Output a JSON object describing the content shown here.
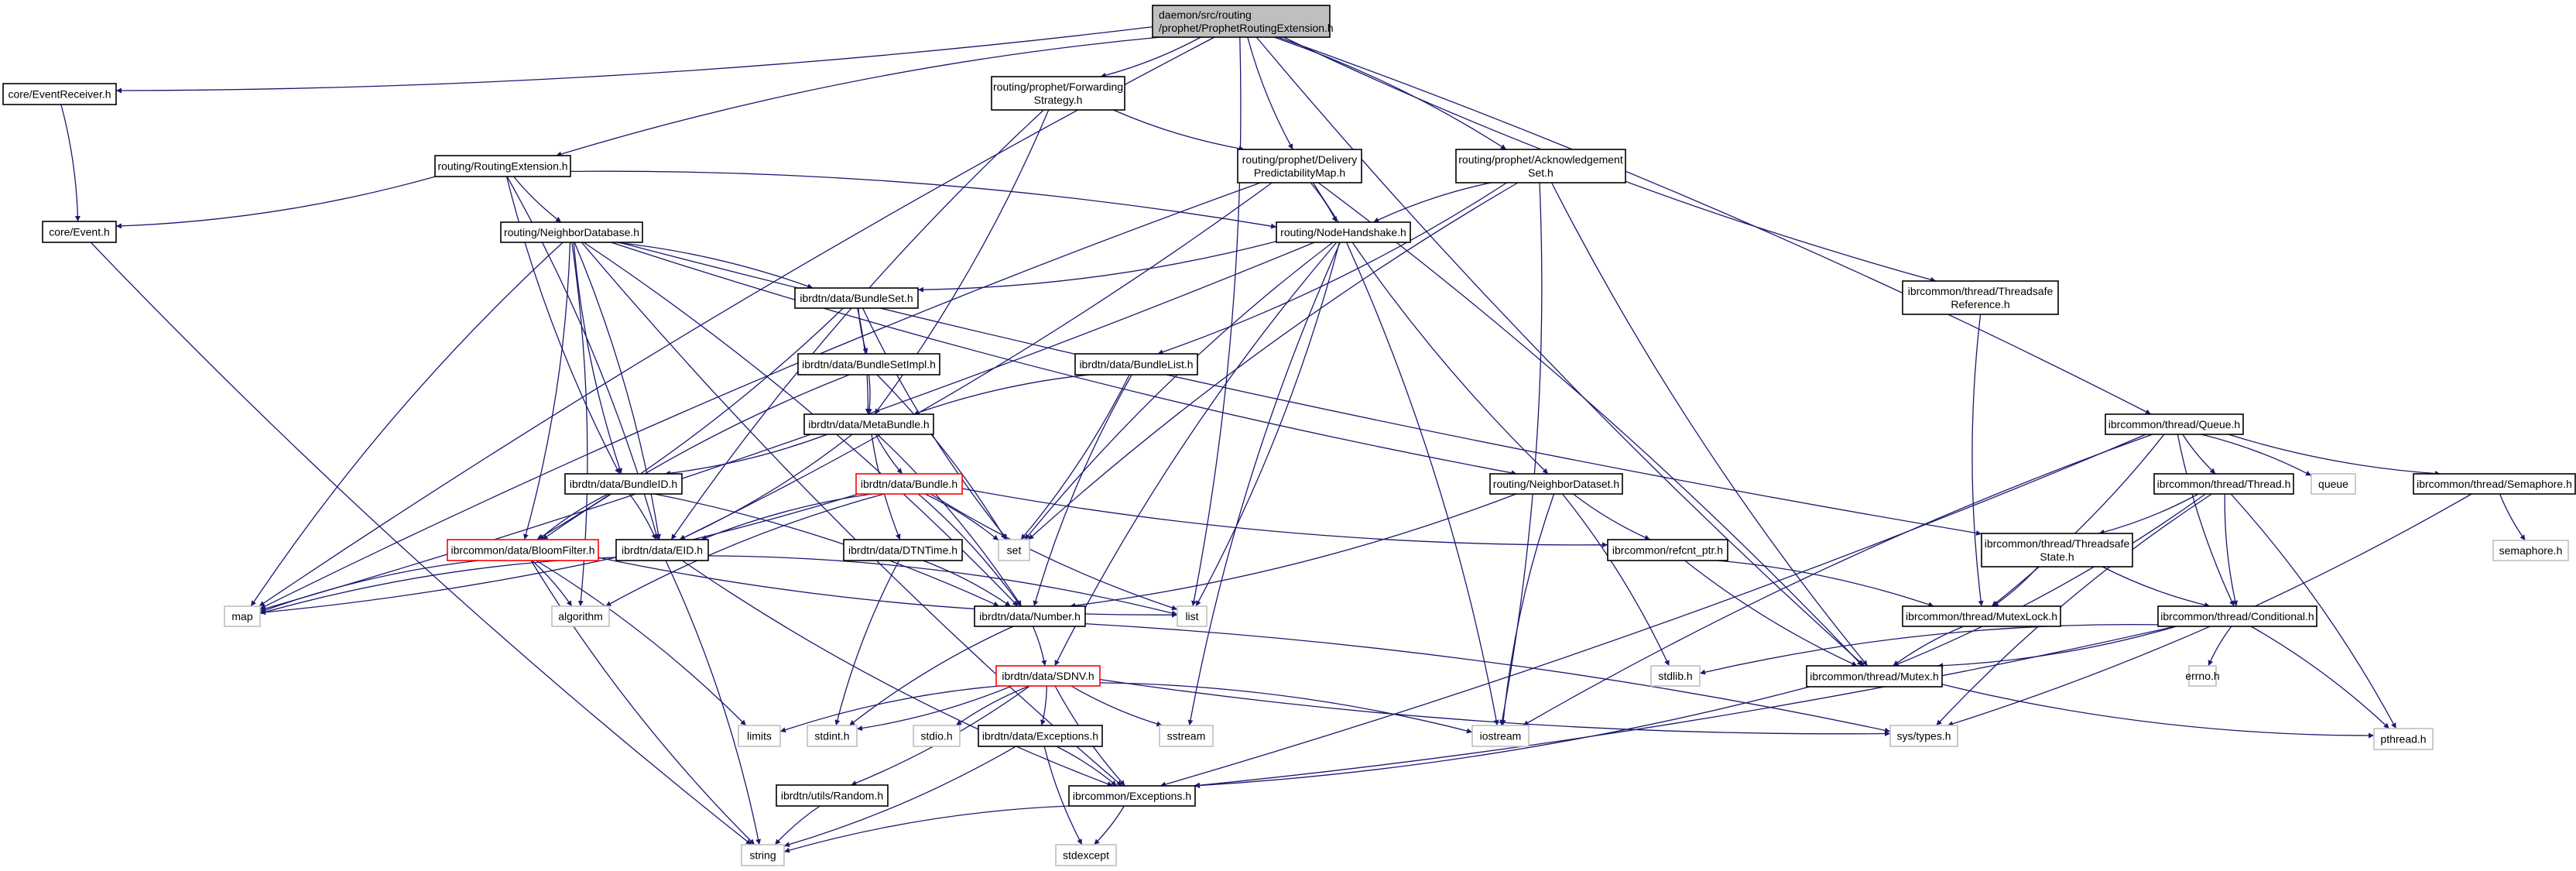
{
  "diagram": {
    "title": "Include dependency graph for ProphetRoutingExtension.h",
    "colors": {
      "edge": "#191970",
      "root_fill": "#bfbfbf",
      "node_border": "#000000",
      "system_border": "#bfbfbf",
      "error_border": "#ff0000"
    },
    "nodes": [
      {
        "id": "root",
        "lines": [
          "daemon/src/routing",
          "/prophet/ProphetRoutingExtension.h"
        ],
        "kind": "root"
      },
      {
        "id": "eventreceiver",
        "lines": [
          "core/EventReceiver.h"
        ],
        "kind": "normal"
      },
      {
        "id": "event",
        "lines": [
          "core/Event.h"
        ],
        "kind": "normal"
      },
      {
        "id": "routingext",
        "lines": [
          "routing/RoutingExtension.h"
        ],
        "kind": "normal"
      },
      {
        "id": "fwdstrategy",
        "lines": [
          "routing/prophet/Forwarding",
          "Strategy.h"
        ],
        "kind": "normal"
      },
      {
        "id": "dpmap",
        "lines": [
          "routing/prophet/Delivery",
          "PredictabilityMap.h"
        ],
        "kind": "normal"
      },
      {
        "id": "ackset",
        "lines": [
          "routing/prophet/Acknowledgement",
          "Set.h"
        ],
        "kind": "normal"
      },
      {
        "id": "neighbordb",
        "lines": [
          "routing/NeighborDatabase.h"
        ],
        "kind": "normal"
      },
      {
        "id": "nodehandshake",
        "lines": [
          "routing/NodeHandshake.h"
        ],
        "kind": "normal"
      },
      {
        "id": "tsref",
        "lines": [
          "ibrcommon/thread/Threadsafe",
          "Reference.h"
        ],
        "kind": "normal"
      },
      {
        "id": "bundleset",
        "lines": [
          "ibrdtn/data/BundleSet.h"
        ],
        "kind": "normal"
      },
      {
        "id": "bundlesetimpl",
        "lines": [
          "ibrdtn/data/BundleSetImpl.h"
        ],
        "kind": "normal"
      },
      {
        "id": "bundlelist",
        "lines": [
          "ibrdtn/data/BundleList.h"
        ],
        "kind": "normal"
      },
      {
        "id": "metabundle",
        "lines": [
          "ibrdtn/data/MetaBundle.h"
        ],
        "kind": "normal"
      },
      {
        "id": "queue_h",
        "lines": [
          "ibrcommon/thread/Queue.h"
        ],
        "kind": "normal"
      },
      {
        "id": "bundleid",
        "lines": [
          "ibrdtn/data/BundleID.h"
        ],
        "kind": "normal"
      },
      {
        "id": "bundle",
        "lines": [
          "ibrdtn/data/Bundle.h"
        ],
        "kind": "error"
      },
      {
        "id": "neighbords",
        "lines": [
          "routing/NeighborDataset.h"
        ],
        "kind": "normal"
      },
      {
        "id": "thread",
        "lines": [
          "ibrcommon/thread/Thread.h"
        ],
        "kind": "normal"
      },
      {
        "id": "queue",
        "lines": [
          "queue"
        ],
        "kind": "system"
      },
      {
        "id": "semaphore",
        "lines": [
          "ibrcommon/thread/Semaphore.h"
        ],
        "kind": "normal"
      },
      {
        "id": "bloomfilter",
        "lines": [
          "ibrcommon/data/BloomFilter.h"
        ],
        "kind": "error"
      },
      {
        "id": "eid",
        "lines": [
          "ibrdtn/data/EID.h"
        ],
        "kind": "normal"
      },
      {
        "id": "dtntime",
        "lines": [
          "ibrdtn/data/DTNTime.h"
        ],
        "kind": "normal"
      },
      {
        "id": "set",
        "lines": [
          "set"
        ],
        "kind": "system"
      },
      {
        "id": "refcnt",
        "lines": [
          "ibrcommon/refcnt_ptr.h"
        ],
        "kind": "normal"
      },
      {
        "id": "tsstate",
        "lines": [
          "ibrcommon/thread/Threadsafe",
          "State.h"
        ],
        "kind": "normal"
      },
      {
        "id": "semaphore_sys",
        "lines": [
          "semaphore.h"
        ],
        "kind": "system"
      },
      {
        "id": "map",
        "lines": [
          "map"
        ],
        "kind": "system"
      },
      {
        "id": "algorithm",
        "lines": [
          "algorithm"
        ],
        "kind": "system"
      },
      {
        "id": "number",
        "lines": [
          "ibrdtn/data/Number.h"
        ],
        "kind": "normal"
      },
      {
        "id": "list",
        "lines": [
          "list"
        ],
        "kind": "system"
      },
      {
        "id": "mutexlock",
        "lines": [
          "ibrcommon/thread/MutexLock.h"
        ],
        "kind": "normal"
      },
      {
        "id": "conditional",
        "lines": [
          "ibrcommon/thread/Conditional.h"
        ],
        "kind": "normal"
      },
      {
        "id": "sdnv",
        "lines": [
          "ibrdtn/data/SDNV.h"
        ],
        "kind": "error"
      },
      {
        "id": "stdlib",
        "lines": [
          "stdlib.h"
        ],
        "kind": "system"
      },
      {
        "id": "mutex",
        "lines": [
          "ibrcommon/thread/Mutex.h"
        ],
        "kind": "normal"
      },
      {
        "id": "errno",
        "lines": [
          "errno.h"
        ],
        "kind": "system"
      },
      {
        "id": "limits",
        "lines": [
          "limits"
        ],
        "kind": "system"
      },
      {
        "id": "stdint",
        "lines": [
          "stdint.h"
        ],
        "kind": "system"
      },
      {
        "id": "stdio",
        "lines": [
          "stdio.h"
        ],
        "kind": "system"
      },
      {
        "id": "dataexceptions",
        "lines": [
          "ibrdtn/data/Exceptions.h"
        ],
        "kind": "normal"
      },
      {
        "id": "sstream",
        "lines": [
          "sstream"
        ],
        "kind": "system"
      },
      {
        "id": "iostream",
        "lines": [
          "iostream"
        ],
        "kind": "system"
      },
      {
        "id": "systypes",
        "lines": [
          "sys/types.h"
        ],
        "kind": "system"
      },
      {
        "id": "pthread",
        "lines": [
          "pthread.h"
        ],
        "kind": "system"
      },
      {
        "id": "random",
        "lines": [
          "ibrdtn/utils/Random.h"
        ],
        "kind": "normal"
      },
      {
        "id": "commonexceptions",
        "lines": [
          "ibrcommon/Exceptions.h"
        ],
        "kind": "normal"
      },
      {
        "id": "string",
        "lines": [
          "string"
        ],
        "kind": "system"
      },
      {
        "id": "stdexcept",
        "lines": [
          "stdexcept"
        ],
        "kind": "system"
      }
    ],
    "edges": [
      [
        "root",
        "eventreceiver"
      ],
      [
        "root",
        "routingext"
      ],
      [
        "root",
        "fwdstrategy"
      ],
      [
        "root",
        "dpmap"
      ],
      [
        "root",
        "ackset"
      ],
      [
        "root",
        "tsref"
      ],
      [
        "root",
        "queue_h"
      ],
      [
        "root",
        "map"
      ],
      [
        "root",
        "list"
      ],
      [
        "root",
        "mutex"
      ],
      [
        "eventreceiver",
        "event"
      ],
      [
        "event",
        "string"
      ],
      [
        "routingext",
        "event"
      ],
      [
        "routingext",
        "neighbordb"
      ],
      [
        "routingext",
        "nodehandshake"
      ],
      [
        "routingext",
        "bundleid"
      ],
      [
        "routingext",
        "eid"
      ],
      [
        "fwdstrategy",
        "dpmap"
      ],
      [
        "fwdstrategy",
        "metabundle"
      ],
      [
        "fwdstrategy",
        "eid"
      ],
      [
        "dpmap",
        "nodehandshake"
      ],
      [
        "dpmap",
        "neighbords"
      ],
      [
        "dpmap",
        "eid"
      ],
      [
        "dpmap",
        "map"
      ],
      [
        "dpmap",
        "mutex"
      ],
      [
        "ackset",
        "nodehandshake"
      ],
      [
        "ackset",
        "bundlelist"
      ],
      [
        "ackset",
        "set"
      ],
      [
        "ackset",
        "iostream"
      ],
      [
        "ackset",
        "mutex"
      ],
      [
        "neighbordb",
        "bundleset"
      ],
      [
        "neighbordb",
        "bundleid"
      ],
      [
        "neighbordb",
        "eid"
      ],
      [
        "neighbordb",
        "neighbords"
      ],
      [
        "neighbordb",
        "bloomfilter"
      ],
      [
        "neighbordb",
        "map"
      ],
      [
        "neighbordb",
        "number"
      ],
      [
        "neighbordb",
        "tsstate"
      ],
      [
        "neighbordb",
        "algorithm"
      ],
      [
        "neighbordb",
        "commonexceptions"
      ],
      [
        "nodehandshake",
        "bundleset"
      ],
      [
        "nodehandshake",
        "set"
      ],
      [
        "nodehandshake",
        "list"
      ],
      [
        "nodehandshake",
        "sdnv"
      ],
      [
        "nodehandshake",
        "iostream"
      ],
      [
        "nodehandshake",
        "sstream"
      ],
      [
        "nodehandshake",
        "map"
      ],
      [
        "tsref",
        "mutexlock"
      ],
      [
        "bundleset",
        "metabundle"
      ],
      [
        "bundleset",
        "bundlesetimpl"
      ],
      [
        "bundleset",
        "bloomfilter"
      ],
      [
        "bundleset",
        "set"
      ],
      [
        "bundlesetimpl",
        "metabundle"
      ],
      [
        "bundlesetimpl",
        "bloomfilter"
      ],
      [
        "bundlesetimpl",
        "set"
      ],
      [
        "bundlelist",
        "metabundle"
      ],
      [
        "bundlelist",
        "set"
      ],
      [
        "bundlelist",
        "number"
      ],
      [
        "metabundle",
        "bundleid"
      ],
      [
        "metabundle",
        "bundle"
      ],
      [
        "metabundle",
        "eid"
      ],
      [
        "metabundle",
        "dtntime"
      ],
      [
        "metabundle",
        "number"
      ],
      [
        "queue_h",
        "thread"
      ],
      [
        "queue_h",
        "queue"
      ],
      [
        "queue_h",
        "semaphore"
      ],
      [
        "queue_h",
        "mutexlock"
      ],
      [
        "queue_h",
        "conditional"
      ],
      [
        "queue_h",
        "commonexceptions"
      ],
      [
        "queue_h",
        "iostream"
      ],
      [
        "bundleid",
        "eid"
      ],
      [
        "bundleid",
        "bloomfilter"
      ],
      [
        "bundleid",
        "number"
      ],
      [
        "bundle",
        "eid"
      ],
      [
        "bundle",
        "number"
      ],
      [
        "bundle",
        "list"
      ],
      [
        "bundle",
        "set"
      ],
      [
        "bundle",
        "refcnt"
      ],
      [
        "bundle",
        "map"
      ],
      [
        "bundle",
        "algorithm"
      ],
      [
        "neighbords",
        "number"
      ],
      [
        "neighbords",
        "refcnt"
      ],
      [
        "neighbords",
        "stdlib"
      ],
      [
        "neighbords",
        "iostream"
      ],
      [
        "thread",
        "tsstate"
      ],
      [
        "thread",
        "conditional"
      ],
      [
        "thread",
        "mutex"
      ],
      [
        "thread",
        "systypes"
      ],
      [
        "thread",
        "pthread"
      ],
      [
        "semaphore",
        "semaphore_sys"
      ],
      [
        "semaphore",
        "systypes"
      ],
      [
        "bloomfilter",
        "map"
      ],
      [
        "bloomfilter",
        "algorithm"
      ],
      [
        "bloomfilter",
        "string"
      ],
      [
        "bloomfilter",
        "limits"
      ],
      [
        "bloomfilter",
        "list"
      ],
      [
        "eid",
        "string"
      ],
      [
        "eid",
        "map"
      ],
      [
        "eid",
        "list"
      ],
      [
        "eid",
        "commonexceptions"
      ],
      [
        "dtntime",
        "number"
      ],
      [
        "dtntime",
        "stdint"
      ],
      [
        "refcnt",
        "mutexlock"
      ],
      [
        "refcnt",
        "mutex"
      ],
      [
        "tsstate",
        "mutexlock"
      ],
      [
        "tsstate",
        "conditional"
      ],
      [
        "number",
        "sdnv"
      ],
      [
        "number",
        "stdint"
      ],
      [
        "number",
        "systypes"
      ],
      [
        "mutexlock",
        "mutex"
      ],
      [
        "conditional",
        "mutex"
      ],
      [
        "conditional",
        "errno"
      ],
      [
        "conditional",
        "pthread"
      ],
      [
        "conditional",
        "stdlib"
      ],
      [
        "conditional",
        "commonexceptions"
      ],
      [
        "sdnv",
        "limits"
      ],
      [
        "sdnv",
        "stdint"
      ],
      [
        "sdnv",
        "stdio"
      ],
      [
        "sdnv",
        "dataexceptions"
      ],
      [
        "sdnv",
        "sstream"
      ],
      [
        "sdnv",
        "iostream"
      ],
      [
        "sdnv",
        "systypes"
      ],
      [
        "sdnv",
        "random"
      ],
      [
        "sdnv",
        "commonexceptions"
      ],
      [
        "mutex",
        "commonexceptions"
      ],
      [
        "mutex",
        "pthread"
      ],
      [
        "dataexceptions",
        "commonexceptions"
      ],
      [
        "dataexceptions",
        "stdexcept"
      ],
      [
        "dataexceptions",
        "string"
      ],
      [
        "random",
        "string"
      ],
      [
        "commonexceptions",
        "stdexcept"
      ],
      [
        "commonexceptions",
        "string"
      ]
    ]
  }
}
